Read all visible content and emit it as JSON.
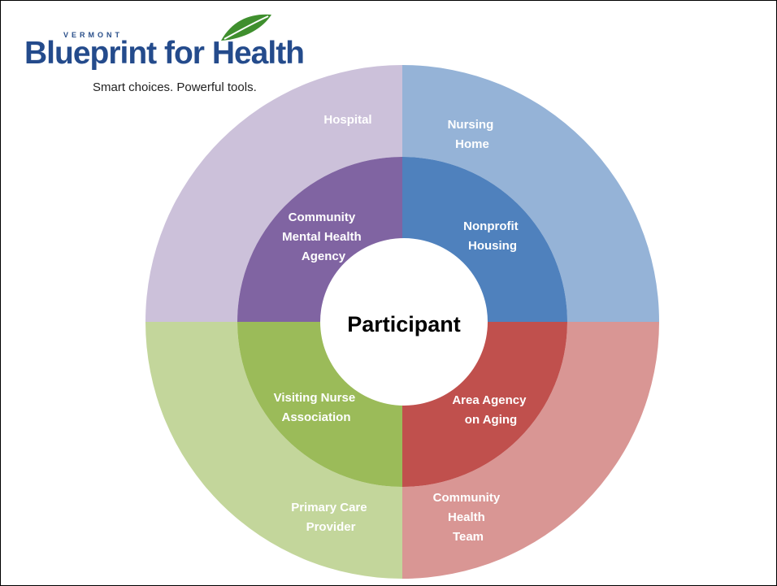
{
  "logo": {
    "top_word": "VERMONT",
    "title": "Blueprint for Health",
    "tagline": "Smart choices. Powerful tools."
  },
  "center": {
    "label": "Participant"
  },
  "outer_ring": [
    {
      "key": "hospital",
      "lines": [
        "Hospital"
      ],
      "color": "#ccc1da"
    },
    {
      "key": "nursing_home",
      "lines": [
        "Nursing",
        "Home"
      ],
      "color": "#95b3d7"
    },
    {
      "key": "community_health_team",
      "lines": [
        "Community",
        "Health",
        "Team"
      ],
      "color": "#d99694"
    },
    {
      "key": "primary_care_provider",
      "lines": [
        "Primary Care",
        "Provider"
      ],
      "color": "#c3d69b"
    }
  ],
  "inner_ring": [
    {
      "key": "community_mental_health_agency",
      "lines": [
        "Community",
        "Mental Health",
        "Agency"
      ],
      "color": "#8064a2"
    },
    {
      "key": "nonprofit_housing",
      "lines": [
        "Nonprofit",
        "Housing"
      ],
      "color": "#4f81bd"
    },
    {
      "key": "area_agency_on_aging",
      "lines": [
        "Area Agency",
        "on Aging"
      ],
      "color": "#c0504d"
    },
    {
      "key": "visiting_nurse_association",
      "lines": [
        "Visiting Nurse",
        "Association"
      ],
      "color": "#9bbb59"
    }
  ],
  "colors": {
    "logo_blue": "#244b8c",
    "leaf_green": "#3f8f2e"
  }
}
